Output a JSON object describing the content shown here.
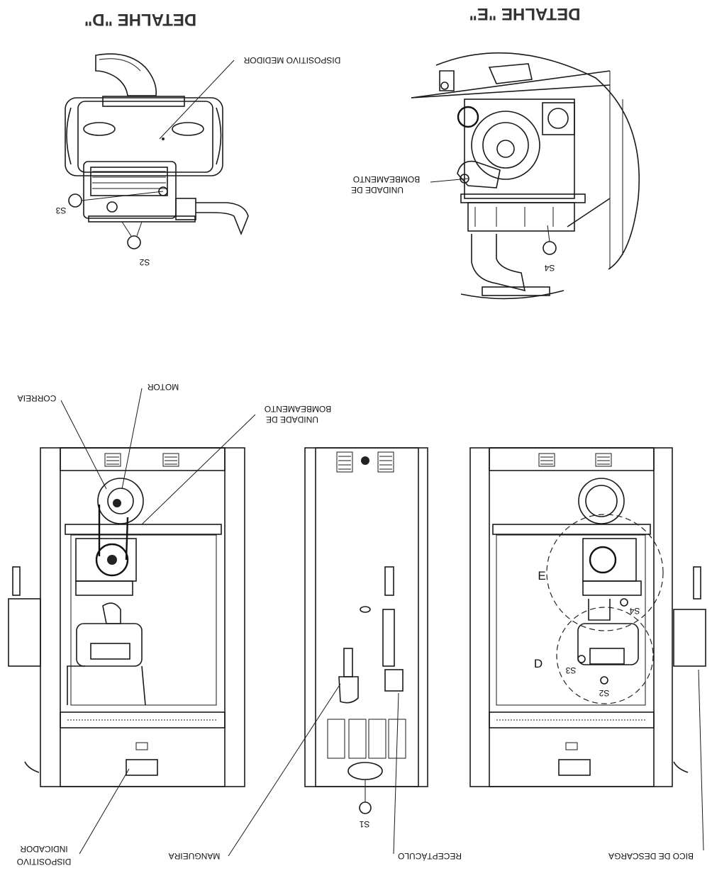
{
  "titles": {
    "detail_d": "DETALHE \"D\"",
    "detail_e": "DETALHE \"E\""
  },
  "detail_labels": {
    "dispositivo_medidor": "DISPOSITIVO MEDIDOR",
    "unidade_de": "UNIDADE DE",
    "bombeamento": "BOMBEAMENTO"
  },
  "main_labels": {
    "correia": "CORREIA",
    "motor": "MOTOR",
    "unidade_de": "UNIDADE DE",
    "bombeamento": "BOMBEAMENTO",
    "dispositivo": "DISPOSITIVO",
    "indicador": "INDICADOR",
    "mangueira": "MANGUEIRA",
    "receptaculo": "RECEPTÁCULO",
    "bico_de_descarga": "BICO DE DESCARGA"
  },
  "points": {
    "s1": "S1",
    "s2_detail": "S2",
    "s3_detail": "S3",
    "s4_detail": "S4",
    "s2_main": "S2",
    "s3_main": "S3",
    "s4_main": "S4",
    "d_circle": "D",
    "e_circle": "E"
  }
}
